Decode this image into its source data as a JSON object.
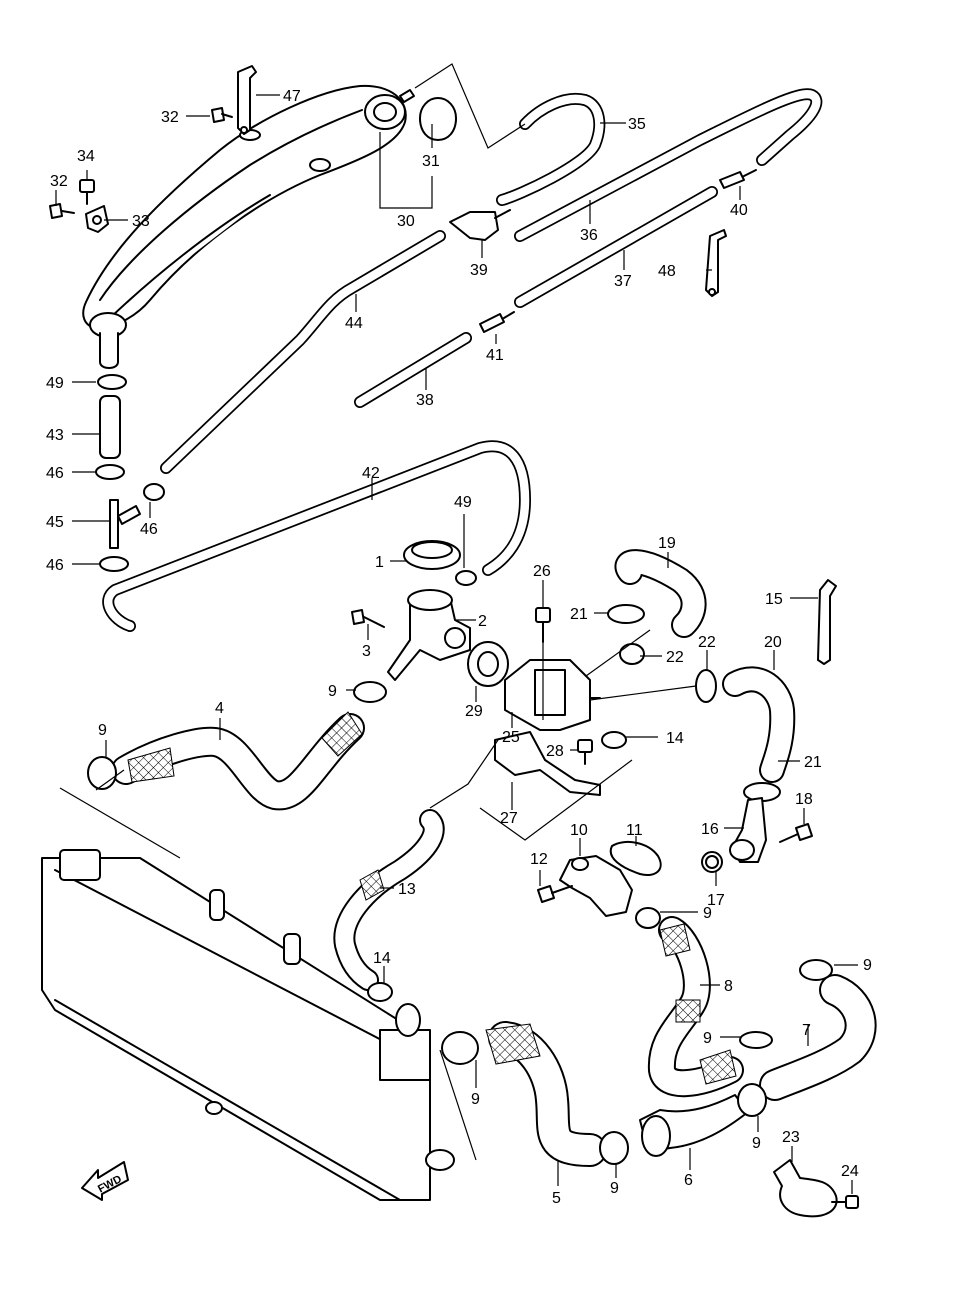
{
  "diagram": {
    "callouts": [
      {
        "id": "c1",
        "text": "1"
      },
      {
        "id": "c2",
        "text": "2"
      },
      {
        "id": "c3",
        "text": "3"
      },
      {
        "id": "c4",
        "text": "4"
      },
      {
        "id": "c5",
        "text": "5"
      },
      {
        "id": "c6",
        "text": "6"
      },
      {
        "id": "c7",
        "text": "7"
      },
      {
        "id": "c8",
        "text": "8"
      },
      {
        "id": "c9a",
        "text": "9"
      },
      {
        "id": "c9b",
        "text": "9"
      },
      {
        "id": "c9c",
        "text": "9"
      },
      {
        "id": "c9d",
        "text": "9"
      },
      {
        "id": "c9e",
        "text": "9"
      },
      {
        "id": "c9f",
        "text": "9"
      },
      {
        "id": "c9g",
        "text": "9"
      },
      {
        "id": "c9h",
        "text": "9"
      },
      {
        "id": "c10",
        "text": "10"
      },
      {
        "id": "c11",
        "text": "11"
      },
      {
        "id": "c12",
        "text": "12"
      },
      {
        "id": "c13",
        "text": "13"
      },
      {
        "id": "c14a",
        "text": "14"
      },
      {
        "id": "c14b",
        "text": "14"
      },
      {
        "id": "c15",
        "text": "15"
      },
      {
        "id": "c16",
        "text": "16"
      },
      {
        "id": "c17",
        "text": "17"
      },
      {
        "id": "c18",
        "text": "18"
      },
      {
        "id": "c19",
        "text": "19"
      },
      {
        "id": "c20",
        "text": "20"
      },
      {
        "id": "c21a",
        "text": "21"
      },
      {
        "id": "c21b",
        "text": "21"
      },
      {
        "id": "c22a",
        "text": "22"
      },
      {
        "id": "c22b",
        "text": "22"
      },
      {
        "id": "c23",
        "text": "23"
      },
      {
        "id": "c24",
        "text": "24"
      },
      {
        "id": "c25",
        "text": "25"
      },
      {
        "id": "c26",
        "text": "26"
      },
      {
        "id": "c27",
        "text": "27"
      },
      {
        "id": "c28",
        "text": "28"
      },
      {
        "id": "c29",
        "text": "29"
      },
      {
        "id": "c30",
        "text": "30"
      },
      {
        "id": "c31",
        "text": "31"
      },
      {
        "id": "c32a",
        "text": "32"
      },
      {
        "id": "c32b",
        "text": "32"
      },
      {
        "id": "c33",
        "text": "33"
      },
      {
        "id": "c34",
        "text": "34"
      },
      {
        "id": "c35",
        "text": "35"
      },
      {
        "id": "c36",
        "text": "36"
      },
      {
        "id": "c37",
        "text": "37"
      },
      {
        "id": "c38",
        "text": "38"
      },
      {
        "id": "c39",
        "text": "39"
      },
      {
        "id": "c40",
        "text": "40"
      },
      {
        "id": "c41",
        "text": "41"
      },
      {
        "id": "c42",
        "text": "42"
      },
      {
        "id": "c43",
        "text": "43"
      },
      {
        "id": "c44",
        "text": "44"
      },
      {
        "id": "c45",
        "text": "45"
      },
      {
        "id": "c46a",
        "text": "46"
      },
      {
        "id": "c46b",
        "text": "46"
      },
      {
        "id": "c46c",
        "text": "46"
      },
      {
        "id": "c47",
        "text": "47"
      },
      {
        "id": "c48",
        "text": "48"
      },
      {
        "id": "c49a",
        "text": "49"
      },
      {
        "id": "c49b",
        "text": "49"
      }
    ],
    "fwd_label": "FWD",
    "part15_color": "#666666"
  }
}
